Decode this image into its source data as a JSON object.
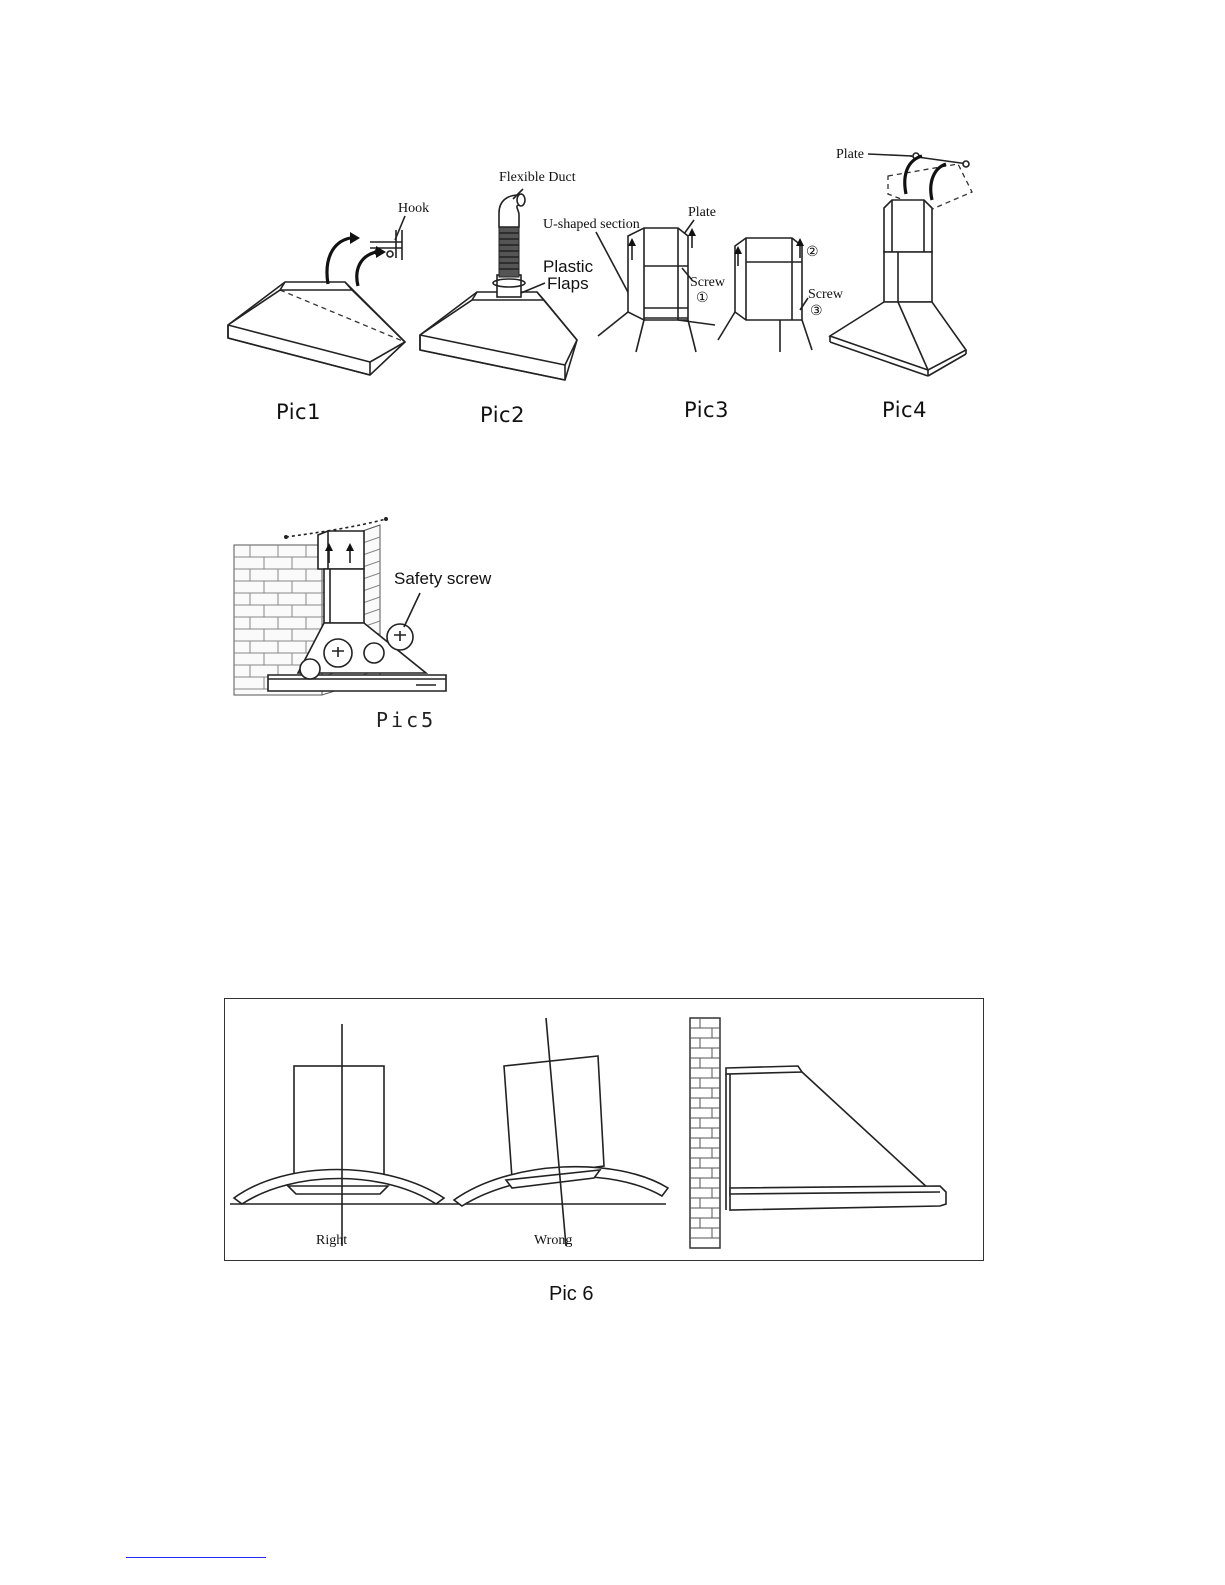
{
  "pic1": {
    "caption": "Pic1",
    "labels": {
      "hook": "Hook"
    }
  },
  "pic2": {
    "caption": "Pic2",
    "labels": {
      "flexible_duct": "Flexible Duct",
      "plastic": "Plastic",
      "flaps": "Flaps"
    }
  },
  "pic3": {
    "caption": "Pic3",
    "labels": {
      "u_shaped": "U-shaped section",
      "plate": "Plate",
      "screw_a": "Screw",
      "num1": "①",
      "num2": "②",
      "screw_b": "Screw",
      "num3": "③"
    }
  },
  "pic4": {
    "caption": "Pic4",
    "labels": {
      "plate": "Plate"
    }
  },
  "pic5": {
    "caption": "Pic5",
    "labels": {
      "safety_screw": "Safety screw"
    }
  },
  "pic6": {
    "caption": "Pic 6",
    "labels": {
      "right": "Right",
      "wrong": "Wrong"
    }
  },
  "colors": {
    "line": "#222222",
    "footer_link": "#2a2af0"
  },
  "icons": [
    "arrow-icon",
    "brick-wall-icon",
    "screw-icon",
    "hook-bracket-icon"
  ]
}
